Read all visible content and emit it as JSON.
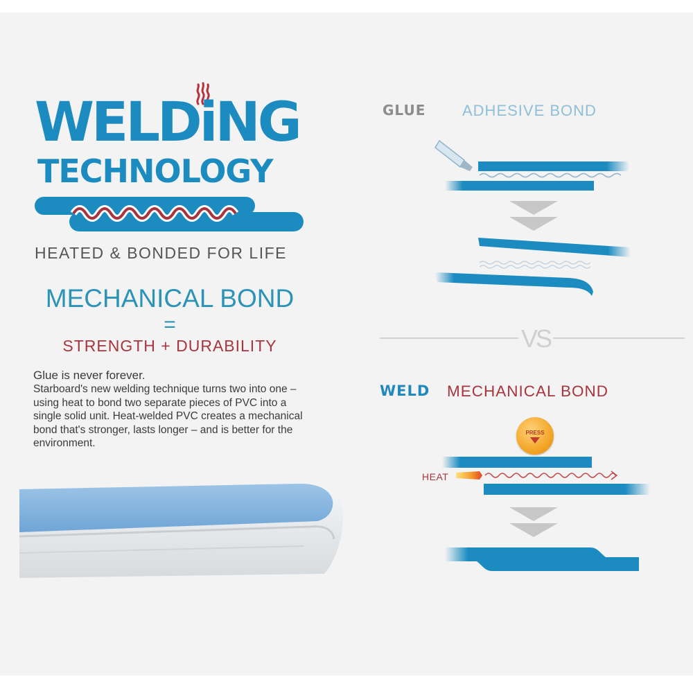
{
  "colors": {
    "primary_blue": "#1b8bc0",
    "accent_red": "#a8353e",
    "text_gray": "#555555",
    "background": "#f3f3f3"
  },
  "left": {
    "title_line1": "WELDiNG",
    "title_line2": "TECHNOLOGY",
    "tagline": "HEATED & BONDED FOR LIFE",
    "mechanical_bond": "MECHANICAL BOND",
    "equals": "=",
    "strength_durability": "STRENGTH + DURABILITY",
    "body_lead": "Glue is never forever.",
    "body_text": "Starboard's new welding technique turns two into one – using heat to bond two separate pieces of PVC into a single solid unit. Heat-welded PVC creates a mechanical bond that's stronger, lasts longer – and is better for the environment."
  },
  "right": {
    "glue_label": "GLUE",
    "adhesive_bond_label": "ADHESIVE BOND",
    "vs_label": "VS",
    "weld_label": "WELD",
    "mechanical_bond_label": "MECHANICAL BOND",
    "press_label": "PRESS",
    "heat_label": "HEAT"
  },
  "icons": [
    "heat-waves-icon",
    "glue-tube-icon",
    "press-button-icon",
    "flame-icon",
    "down-arrow-icon"
  ]
}
